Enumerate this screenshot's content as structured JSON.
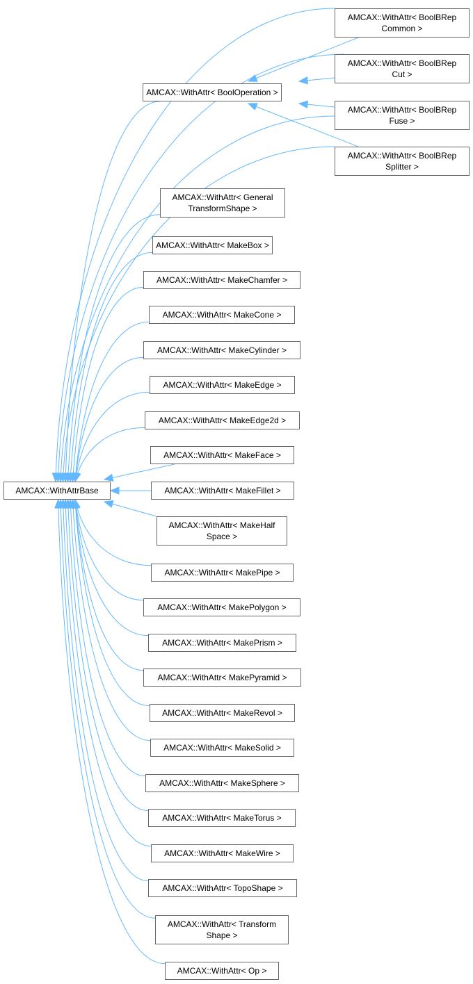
{
  "colors": {
    "edge": "#63b8ff",
    "border": "#666666"
  },
  "base": {
    "label": "AMCAX::WithAttrBase"
  },
  "bool_operation": {
    "label": "AMCAX::WithAttr< BoolOperation >"
  },
  "bool_children": [
    {
      "line1": "AMCAX::WithAttr< BoolBRep",
      "line2": "Common >"
    },
    {
      "line1": "AMCAX::WithAttr< BoolBRep",
      "line2": "Cut >"
    },
    {
      "line1": "AMCAX::WithAttr< BoolBRep",
      "line2": "Fuse >"
    },
    {
      "line1": "AMCAX::WithAttr< BoolBRep",
      "line2": "Splitter >"
    }
  ],
  "children": [
    {
      "line1": "AMCAX::WithAttr< General",
      "line2": "TransformShape >"
    },
    {
      "line1": "AMCAX::WithAttr< MakeBox >"
    },
    {
      "line1": "AMCAX::WithAttr< MakeChamfer >"
    },
    {
      "line1": "AMCAX::WithAttr< MakeCone >"
    },
    {
      "line1": "AMCAX::WithAttr< MakeCylinder >"
    },
    {
      "line1": "AMCAX::WithAttr< MakeEdge >"
    },
    {
      "line1": "AMCAX::WithAttr< MakeEdge2d >"
    },
    {
      "line1": "AMCAX::WithAttr< MakeFace >"
    },
    {
      "line1": "AMCAX::WithAttr< MakeFillet >"
    },
    {
      "line1": "AMCAX::WithAttr< MakeHalf",
      "line2": "Space >"
    },
    {
      "line1": "AMCAX::WithAttr< MakePipe >"
    },
    {
      "line1": "AMCAX::WithAttr< MakePolygon >"
    },
    {
      "line1": "AMCAX::WithAttr< MakePrism >"
    },
    {
      "line1": "AMCAX::WithAttr< MakePyramid >"
    },
    {
      "line1": "AMCAX::WithAttr< MakeRevol >"
    },
    {
      "line1": "AMCAX::WithAttr< MakeSolid >"
    },
    {
      "line1": "AMCAX::WithAttr< MakeSphere >"
    },
    {
      "line1": "AMCAX::WithAttr< MakeTorus >"
    },
    {
      "line1": "AMCAX::WithAttr< MakeWire >"
    },
    {
      "line1": "AMCAX::WithAttr< TopoShape >"
    },
    {
      "line1": "AMCAX::WithAttr< Transform",
      "line2": "Shape >"
    },
    {
      "line1": "AMCAX::WithAttr< Op >"
    }
  ]
}
